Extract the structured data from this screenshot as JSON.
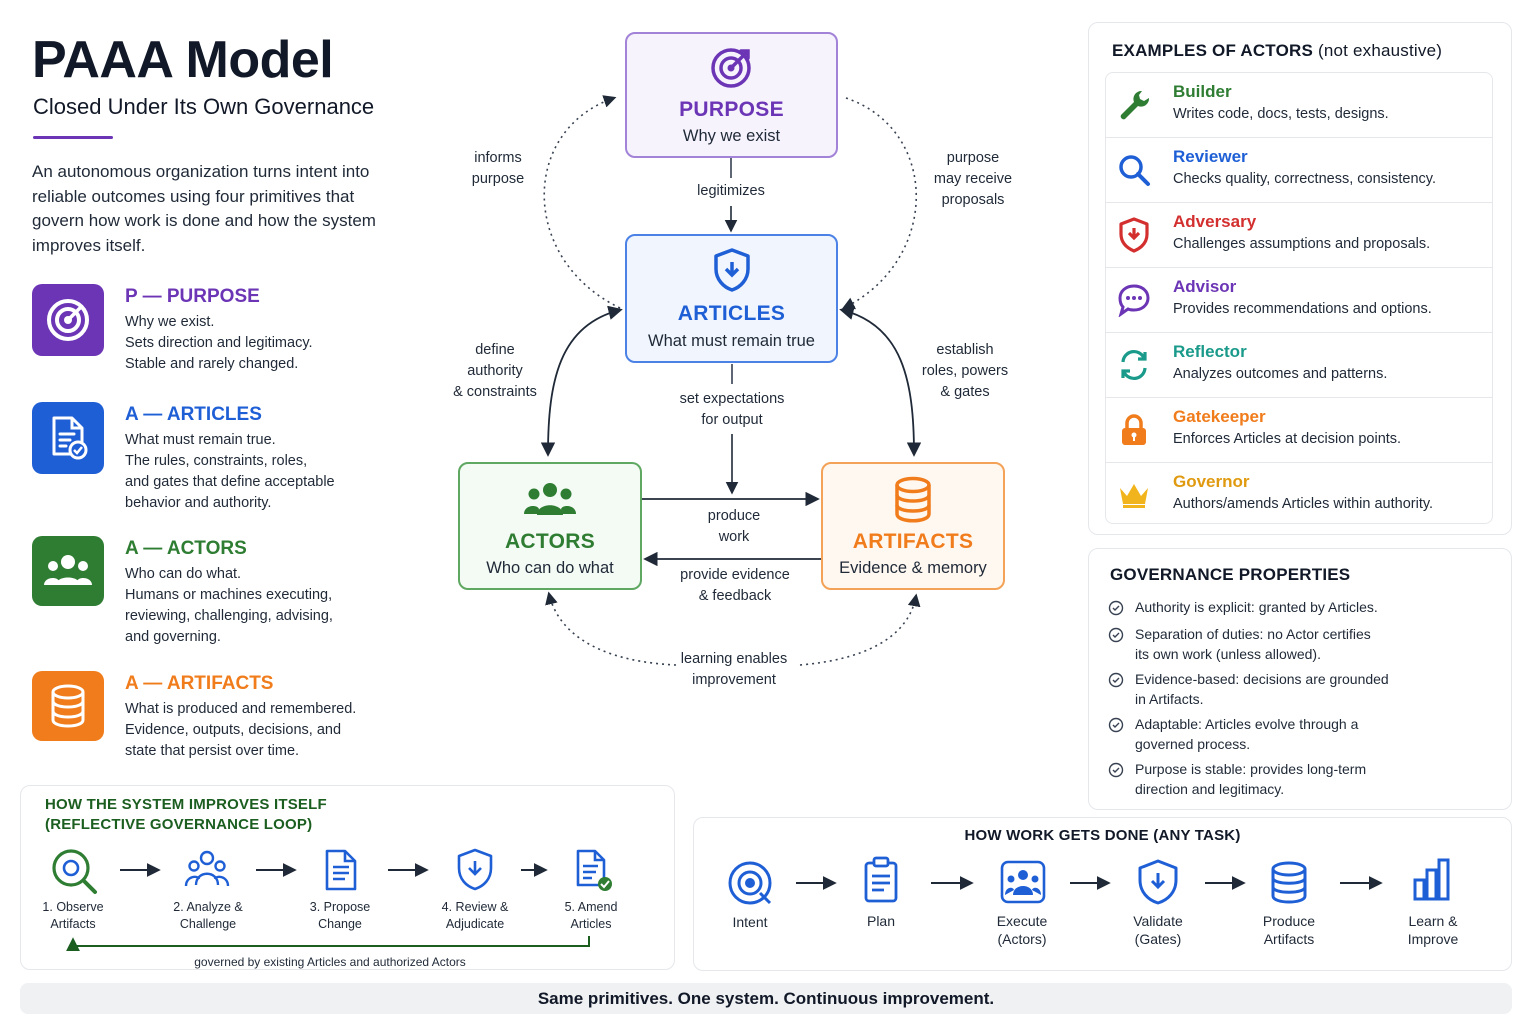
{
  "header": {
    "title": "PAAA Model",
    "subtitle": "Closed Under Its Own Governance",
    "intro": "An autonomous organization turns intent into reliable outcomes using four primitives that govern how work is done and how the system improves itself."
  },
  "primitives": [
    {
      "heading": "P — PURPOSE",
      "icon": "target-icon",
      "color": "#6b35b5",
      "lines": [
        "Why we exist.",
        "Sets direction and legitimacy.",
        "Stable and rarely changed."
      ]
    },
    {
      "heading": "A — ARTICLES",
      "icon": "document-check-icon",
      "color": "#1f5fd6",
      "lines": [
        "What must remain true.",
        "The rules, constraints, roles,",
        "and gates that define acceptable",
        "behavior and authority."
      ]
    },
    {
      "heading": "A — ACTORS",
      "icon": "people-icon",
      "color": "#2e7d32",
      "lines": [
        "Who can do what.",
        "Humans or machines executing,",
        "reviewing, challenging, advising,",
        "and governing."
      ]
    },
    {
      "heading": "A — ARTIFACTS",
      "icon": "database-icon",
      "color": "#f07c1c",
      "lines": [
        "What is produced and remembered.",
        "Evidence, outputs, decisions, and",
        "state that persist over time."
      ]
    }
  ],
  "diagram": {
    "nodes": {
      "purpose": {
        "title": "PURPOSE",
        "subtitle": "Why we exist",
        "color": "#6b35b5"
      },
      "articles": {
        "title": "ARTICLES",
        "subtitle": "What must remain true",
        "color": "#1f5fd6"
      },
      "actors": {
        "title": "ACTORS",
        "subtitle": "Who can do what",
        "color": "#2e7d32"
      },
      "artifacts": {
        "title": "ARTIFACTS",
        "subtitle": "Evidence & memory",
        "color": "#f07c1c"
      }
    },
    "edges": {
      "informs_purpose": [
        "informs",
        "purpose"
      ],
      "purpose_proposals": [
        "purpose",
        "may receive",
        "proposals"
      ],
      "legitimizes": [
        "legitimizes"
      ],
      "define_authority": [
        "define",
        "authority",
        "& constraints"
      ],
      "establish_roles": [
        "establish",
        "roles, powers",
        "& gates"
      ],
      "set_expectations": [
        "set expectations",
        "for output"
      ],
      "produce_work": [
        "produce",
        "work"
      ],
      "provide_evidence": [
        "provide evidence",
        "& feedback"
      ],
      "learning": [
        "learning enables",
        "improvement"
      ]
    }
  },
  "actors_examples": {
    "heading": "EXAMPLES OF ACTORS",
    "heading_note": "(not exhaustive)",
    "items": [
      {
        "name": "Builder",
        "desc": "Writes code, docs, tests, designs.",
        "icon": "wrench-icon",
        "color": "#2e7d32"
      },
      {
        "name": "Reviewer",
        "desc": "Checks quality, correctness, consistency.",
        "icon": "magnifier-icon",
        "color": "#1f5fd6"
      },
      {
        "name": "Adversary",
        "desc": "Challenges assumptions and proposals.",
        "icon": "shield-alert-icon",
        "color": "#d32f2f"
      },
      {
        "name": "Advisor",
        "desc": "Provides recommendations and options.",
        "icon": "chat-bubble-icon",
        "color": "#6b35b5"
      },
      {
        "name": "Reflector",
        "desc": "Analyzes outcomes and patterns.",
        "icon": "cycle-arrows-icon",
        "color": "#1a9a8a"
      },
      {
        "name": "Gatekeeper",
        "desc": "Enforces Articles at decision points.",
        "icon": "lock-icon",
        "color": "#f07c1c"
      },
      {
        "name": "Governor",
        "desc": "Authors/amends Articles within authority.",
        "icon": "crown-icon",
        "color": "#f2b41c"
      }
    ]
  },
  "governance": {
    "heading": "GOVERNANCE PROPERTIES",
    "items": [
      [
        "Authority is explicit: granted by Articles."
      ],
      [
        "Separation of duties: no Actor certifies",
        "its own work (unless allowed)."
      ],
      [
        "Evidence-based: decisions are grounded",
        "in Artifacts."
      ],
      [
        "Adaptable: Articles evolve through a",
        "governed process."
      ],
      [
        "Purpose is stable: provides long-term",
        "direction and legitimacy."
      ]
    ]
  },
  "reflective_loop": {
    "heading": [
      "HOW THE SYSTEM IMPROVES ITSELF",
      "(REFLECTIVE GOVERNANCE LOOP)"
    ],
    "steps": [
      {
        "label": [
          "1. Observe",
          "Artifacts"
        ],
        "icon": "magnifier-icon"
      },
      {
        "label": [
          "2. Analyze &",
          "Challenge"
        ],
        "icon": "people-icon"
      },
      {
        "label": [
          "3. Propose",
          "Change"
        ],
        "icon": "document-icon"
      },
      {
        "label": [
          "4. Review &",
          "Adjudicate"
        ],
        "icon": "shield-check-icon"
      },
      {
        "label": [
          "5. Amend",
          "Articles"
        ],
        "icon": "document-check-icon"
      }
    ],
    "note": "governed by existing Articles and authorized Actors",
    "color": "#1b5e20"
  },
  "work_flow": {
    "heading": "HOW WORK GETS DONE (ANY TASK)",
    "steps": [
      {
        "label": [
          "Intent"
        ],
        "icon": "target-icon"
      },
      {
        "label": [
          "Plan"
        ],
        "icon": "clipboard-icon"
      },
      {
        "label": [
          "Execute",
          "(Actors)"
        ],
        "icon": "people-icon"
      },
      {
        "label": [
          "Validate",
          "(Gates)"
        ],
        "icon": "shield-check-icon"
      },
      {
        "label": [
          "Produce",
          "Artifacts"
        ],
        "icon": "database-icon"
      },
      {
        "label": [
          "Learn &",
          "Improve"
        ],
        "icon": "bar-chart-icon"
      }
    ],
    "color": "#1f5fd6"
  },
  "footer": "Same primitives. One system. Continuous improvement."
}
